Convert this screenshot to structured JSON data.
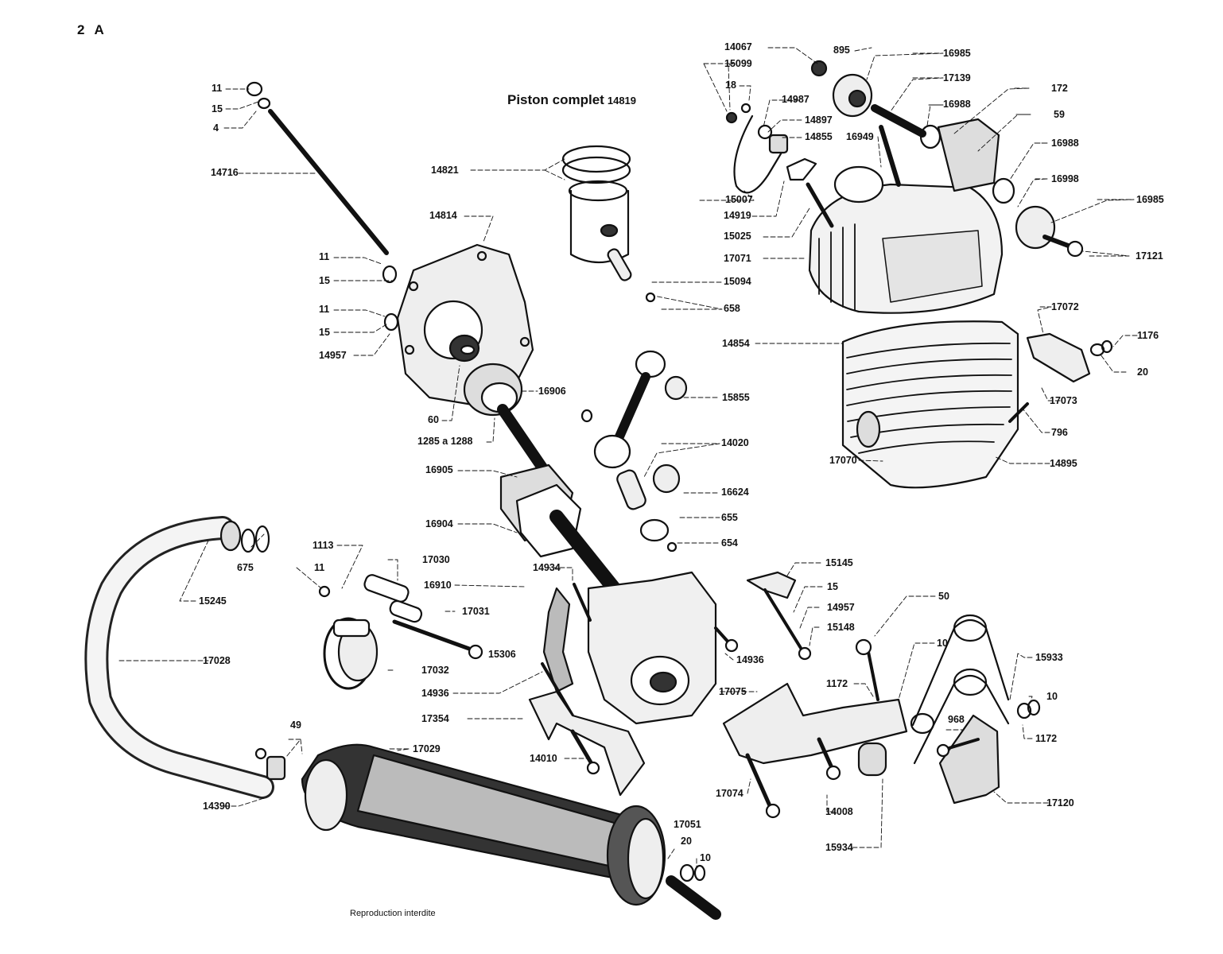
{
  "page_id": "2 A",
  "title": {
    "text": "Piston complet",
    "part_number": "14819"
  },
  "footer_note": "Reproduction interdite",
  "callouts": [
    {
      "id": "c1",
      "label": "11"
    },
    {
      "id": "c2",
      "label": "15"
    },
    {
      "id": "c3",
      "label": "4"
    },
    {
      "id": "c4",
      "label": "14716"
    },
    {
      "id": "c5",
      "label": "14821"
    },
    {
      "id": "c6",
      "label": "14814"
    },
    {
      "id": "c7",
      "label": "11"
    },
    {
      "id": "c8",
      "label": "15"
    },
    {
      "id": "c9",
      "label": "11"
    },
    {
      "id": "c10",
      "label": "15"
    },
    {
      "id": "c11",
      "label": "14957"
    },
    {
      "id": "c12",
      "label": "16906"
    },
    {
      "id": "c13",
      "label": "60"
    },
    {
      "id": "c14",
      "label": "1285 a 1288"
    },
    {
      "id": "c15",
      "label": "15094"
    },
    {
      "id": "c16",
      "label": "658"
    },
    {
      "id": "c17",
      "label": "15855"
    },
    {
      "id": "c18",
      "label": "14020"
    },
    {
      "id": "c19",
      "label": "16624"
    },
    {
      "id": "c20",
      "label": "655"
    },
    {
      "id": "c21",
      "label": "654"
    },
    {
      "id": "c22",
      "label": "16905"
    },
    {
      "id": "c23",
      "label": "16904"
    },
    {
      "id": "c24",
      "label": "14067"
    },
    {
      "id": "c25",
      "label": "15099"
    },
    {
      "id": "c26",
      "label": "18"
    },
    {
      "id": "c27",
      "label": "14987"
    },
    {
      "id": "c28",
      "label": "14897"
    },
    {
      "id": "c29",
      "label": "14855"
    },
    {
      "id": "c30",
      "label": "15007"
    },
    {
      "id": "c31",
      "label": "14919"
    },
    {
      "id": "c32",
      "label": "15025"
    },
    {
      "id": "c33",
      "label": "17071"
    },
    {
      "id": "c34",
      "label": "14854"
    },
    {
      "id": "c35",
      "label": "895"
    },
    {
      "id": "c36",
      "label": "16949"
    },
    {
      "id": "c37",
      "label": "16985"
    },
    {
      "id": "c38",
      "label": "17139"
    },
    {
      "id": "c39",
      "label": "16988"
    },
    {
      "id": "c40",
      "label": "172"
    },
    {
      "id": "c41",
      "label": "59"
    },
    {
      "id": "c42",
      "label": "16988"
    },
    {
      "id": "c43",
      "label": "16998"
    },
    {
      "id": "c44",
      "label": "16985"
    },
    {
      "id": "c45",
      "label": "17121"
    },
    {
      "id": "c46",
      "label": "17072"
    },
    {
      "id": "c47",
      "label": "1176"
    },
    {
      "id": "c48",
      "label": "20"
    },
    {
      "id": "c49",
      "label": "17073"
    },
    {
      "id": "c50",
      "label": "796"
    },
    {
      "id": "c51",
      "label": "17070"
    },
    {
      "id": "c52",
      "label": "14895"
    },
    {
      "id": "c53",
      "label": "675"
    },
    {
      "id": "c54",
      "label": "15245"
    },
    {
      "id": "c55",
      "label": "17028"
    },
    {
      "id": "c56",
      "label": "1113"
    },
    {
      "id": "c57",
      "label": "11"
    },
    {
      "id": "c58",
      "label": "17030"
    },
    {
      "id": "c59",
      "label": "16910"
    },
    {
      "id": "c60",
      "label": "17031"
    },
    {
      "id": "c61",
      "label": "15306"
    },
    {
      "id": "c62",
      "label": "17032"
    },
    {
      "id": "c63",
      "label": "14936"
    },
    {
      "id": "c64",
      "label": "17354"
    },
    {
      "id": "c65",
      "label": "14934"
    },
    {
      "id": "c66",
      "label": "14010"
    },
    {
      "id": "c67",
      "label": "49"
    },
    {
      "id": "c68",
      "label": "17029"
    },
    {
      "id": "c69",
      "label": "14390"
    },
    {
      "id": "c70",
      "label": "15145"
    },
    {
      "id": "c71",
      "label": "15"
    },
    {
      "id": "c72",
      "label": "14957"
    },
    {
      "id": "c73",
      "label": "15148"
    },
    {
      "id": "c74",
      "label": "14936"
    },
    {
      "id": "c75",
      "label": "17075"
    },
    {
      "id": "c76",
      "label": "1172"
    },
    {
      "id": "c77",
      "label": "50"
    },
    {
      "id": "c78",
      "label": "10"
    },
    {
      "id": "c79",
      "label": "15933"
    },
    {
      "id": "c80",
      "label": "10"
    },
    {
      "id": "c81",
      "label": "1172"
    },
    {
      "id": "c82",
      "label": "968"
    },
    {
      "id": "c83",
      "label": "17120"
    },
    {
      "id": "c84",
      "label": "17074"
    },
    {
      "id": "c85",
      "label": "14008"
    },
    {
      "id": "c86",
      "label": "15934"
    },
    {
      "id": "c87",
      "label": "17051"
    },
    {
      "id": "c88",
      "label": "20"
    },
    {
      "id": "c89",
      "label": "10"
    }
  ]
}
